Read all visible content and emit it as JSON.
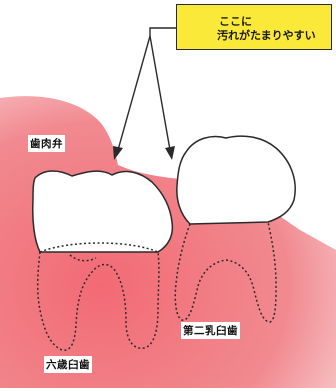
{
  "callout": {
    "line1": "ここに",
    "line2": "汚れがたまりやすい"
  },
  "labels": {
    "gum": "歯肉弁",
    "second_molar": "第二乳臼歯",
    "six_year_molar": "六歳臼歯"
  },
  "colors": {
    "gum": "#f0787f",
    "gum_light": "#f7b3b7",
    "callout": "#fbe93a",
    "outline": "#2a2a2a"
  }
}
